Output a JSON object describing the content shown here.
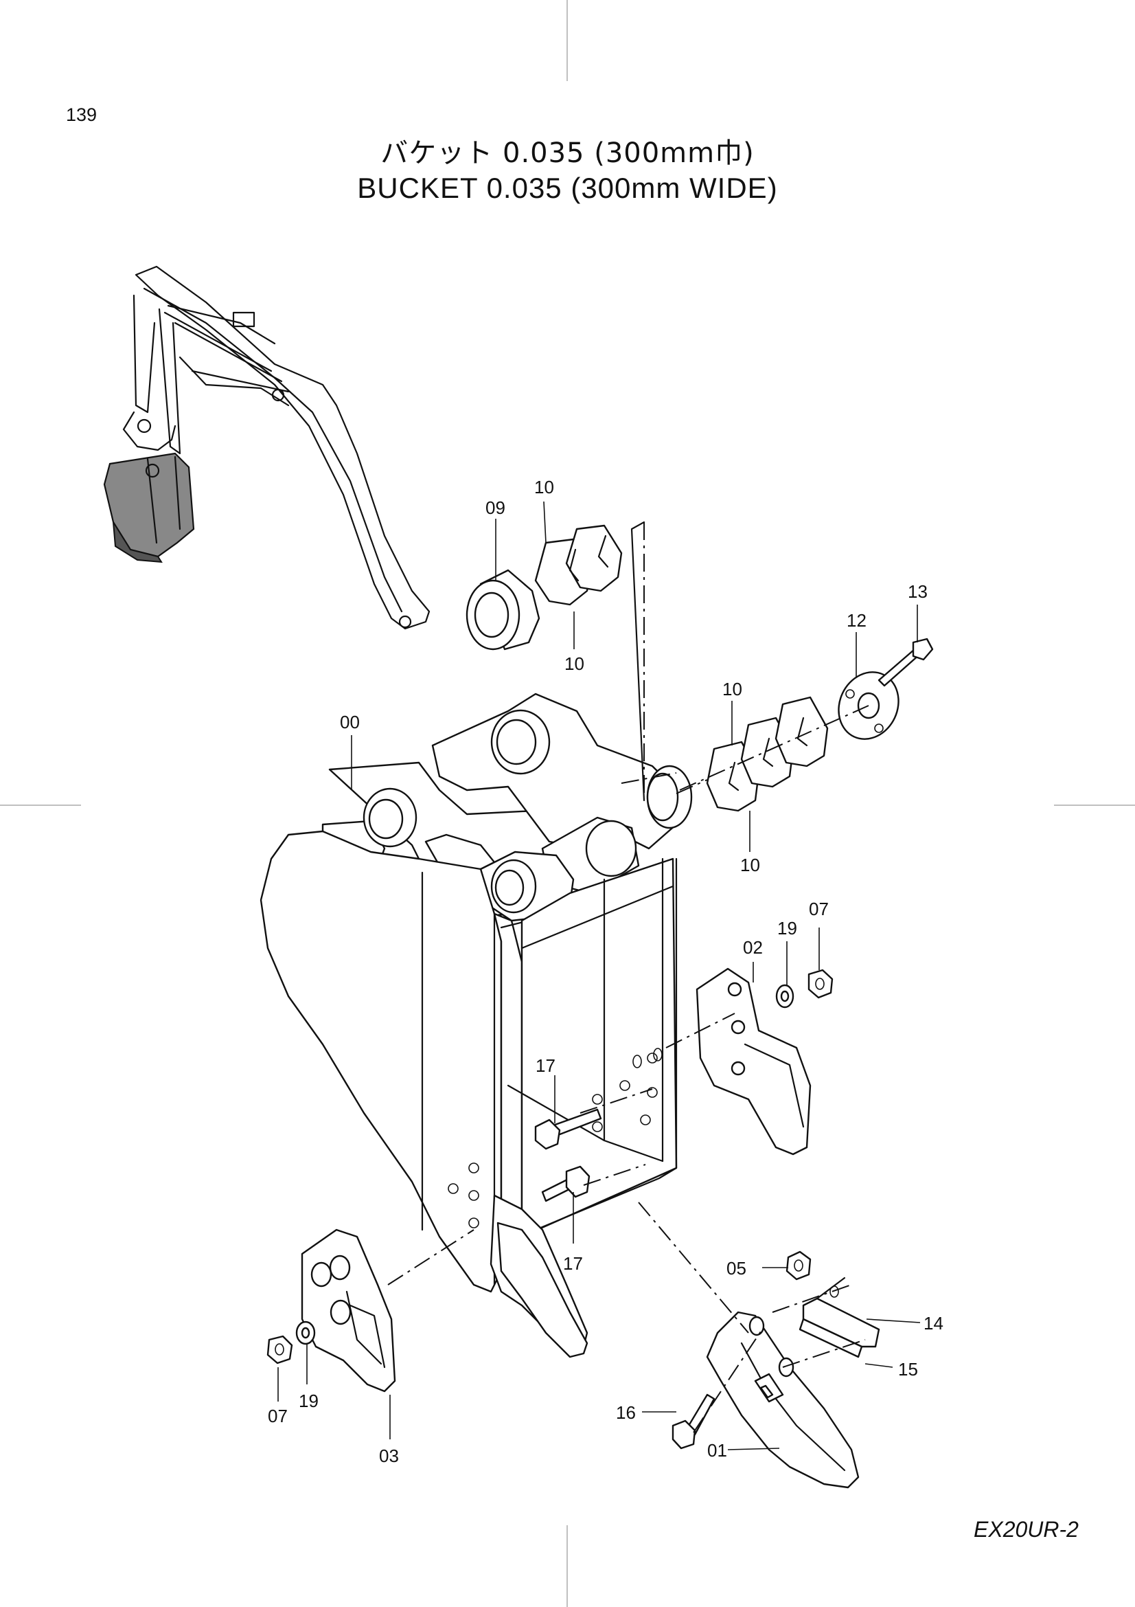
{
  "page_number": "139",
  "title_ja": "バケット 0.035 (300mm巾)",
  "title_en": "BUCKET 0.035 (300mm WIDE)",
  "model": "EX20UR-2",
  "parts": [
    {
      "key": "p00",
      "label": "00"
    },
    {
      "key": "p01",
      "label": "01"
    },
    {
      "key": "p02",
      "label": "02"
    },
    {
      "key": "p03",
      "label": "03"
    },
    {
      "key": "p05",
      "label": "05"
    },
    {
      "key": "p07a",
      "label": "07"
    },
    {
      "key": "p07b",
      "label": "07"
    },
    {
      "key": "p09",
      "label": "09"
    },
    {
      "key": "p10a",
      "label": "10"
    },
    {
      "key": "p10b",
      "label": "10"
    },
    {
      "key": "p10c",
      "label": "10"
    },
    {
      "key": "p10d",
      "label": "10"
    },
    {
      "key": "p12",
      "label": "12"
    },
    {
      "key": "p13",
      "label": "13"
    },
    {
      "key": "p14",
      "label": "14"
    },
    {
      "key": "p15",
      "label": "15"
    },
    {
      "key": "p16",
      "label": "16"
    },
    {
      "key": "p17a",
      "label": "17"
    },
    {
      "key": "p17b",
      "label": "17"
    },
    {
      "key": "p19a",
      "label": "19"
    },
    {
      "key": "p19b",
      "label": "19"
    }
  ]
}
